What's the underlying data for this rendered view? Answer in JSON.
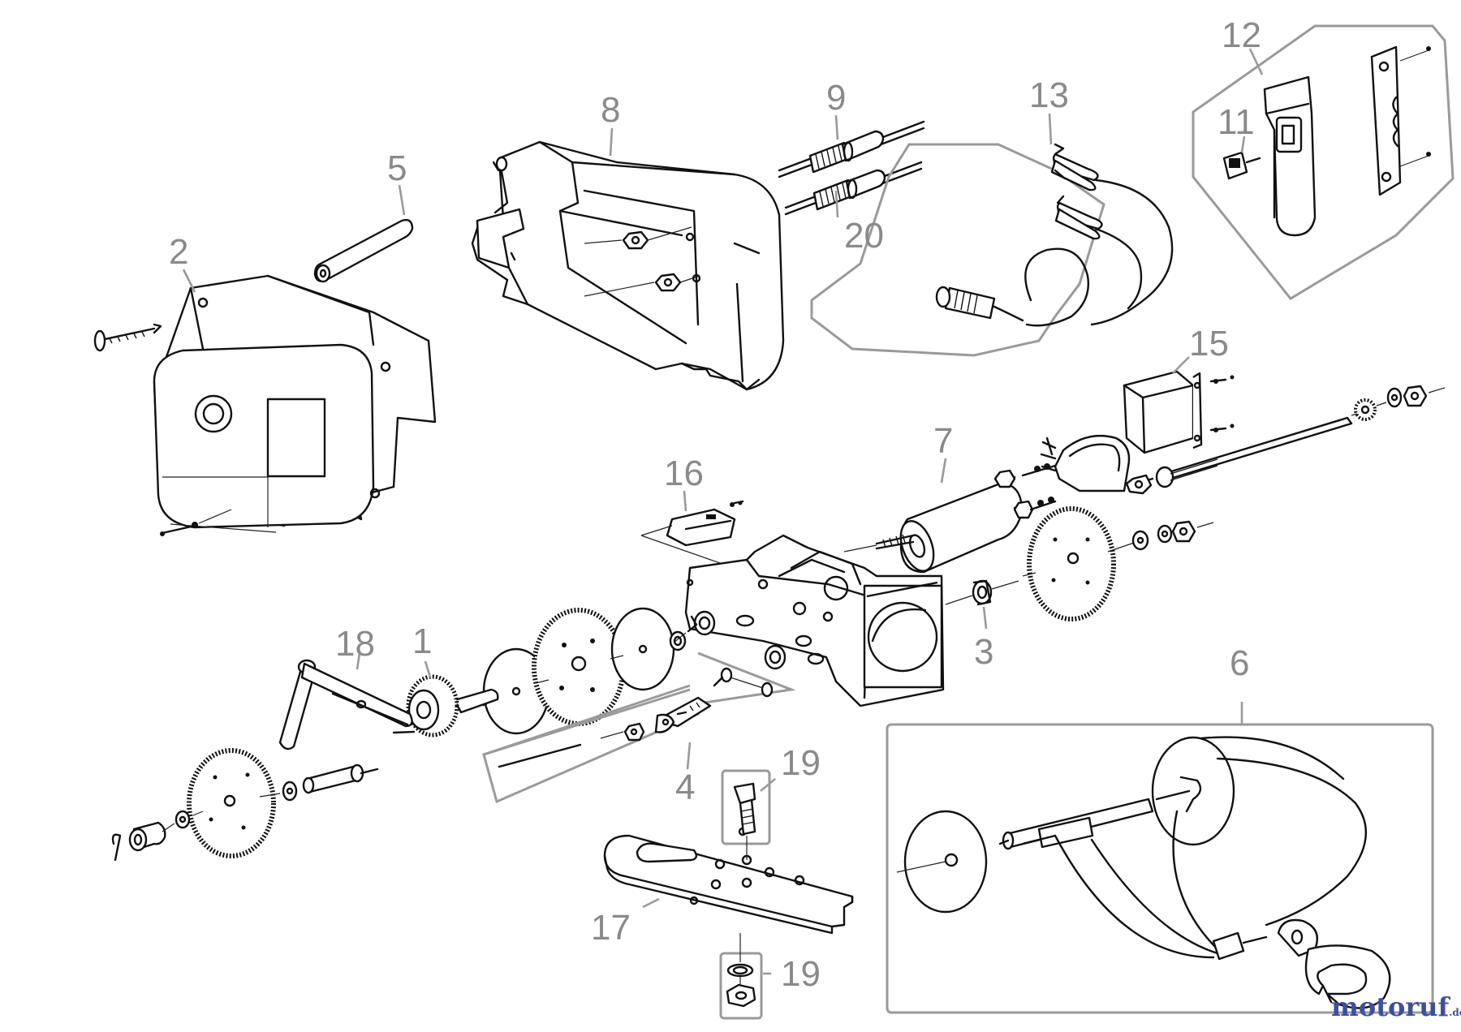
{
  "diagram": {
    "callouts": [
      {
        "id": "1",
        "label": "1"
      },
      {
        "id": "2",
        "label": "2"
      },
      {
        "id": "3",
        "label": "3"
      },
      {
        "id": "4",
        "label": "4"
      },
      {
        "id": "5",
        "label": "5"
      },
      {
        "id": "6",
        "label": "6"
      },
      {
        "id": "7",
        "label": "7"
      },
      {
        "id": "8",
        "label": "8"
      },
      {
        "id": "9",
        "label": "9"
      },
      {
        "id": "11",
        "label": "11"
      },
      {
        "id": "12",
        "label": "12"
      },
      {
        "id": "13",
        "label": "13"
      },
      {
        "id": "15",
        "label": "15"
      },
      {
        "id": "16",
        "label": "16"
      },
      {
        "id": "17",
        "label": "17"
      },
      {
        "id": "18",
        "label": "18"
      },
      {
        "id": "19a",
        "label": "19"
      },
      {
        "id": "19b",
        "label": "19"
      },
      {
        "id": "20",
        "label": "20"
      }
    ],
    "colors": {
      "callout": "#8a8a8a",
      "line": "#111111",
      "group_frame": "#9a9a9a",
      "watermark": "#3d4f9e"
    }
  },
  "watermark": {
    "main": "motoruf",
    "suffix": ".de"
  }
}
